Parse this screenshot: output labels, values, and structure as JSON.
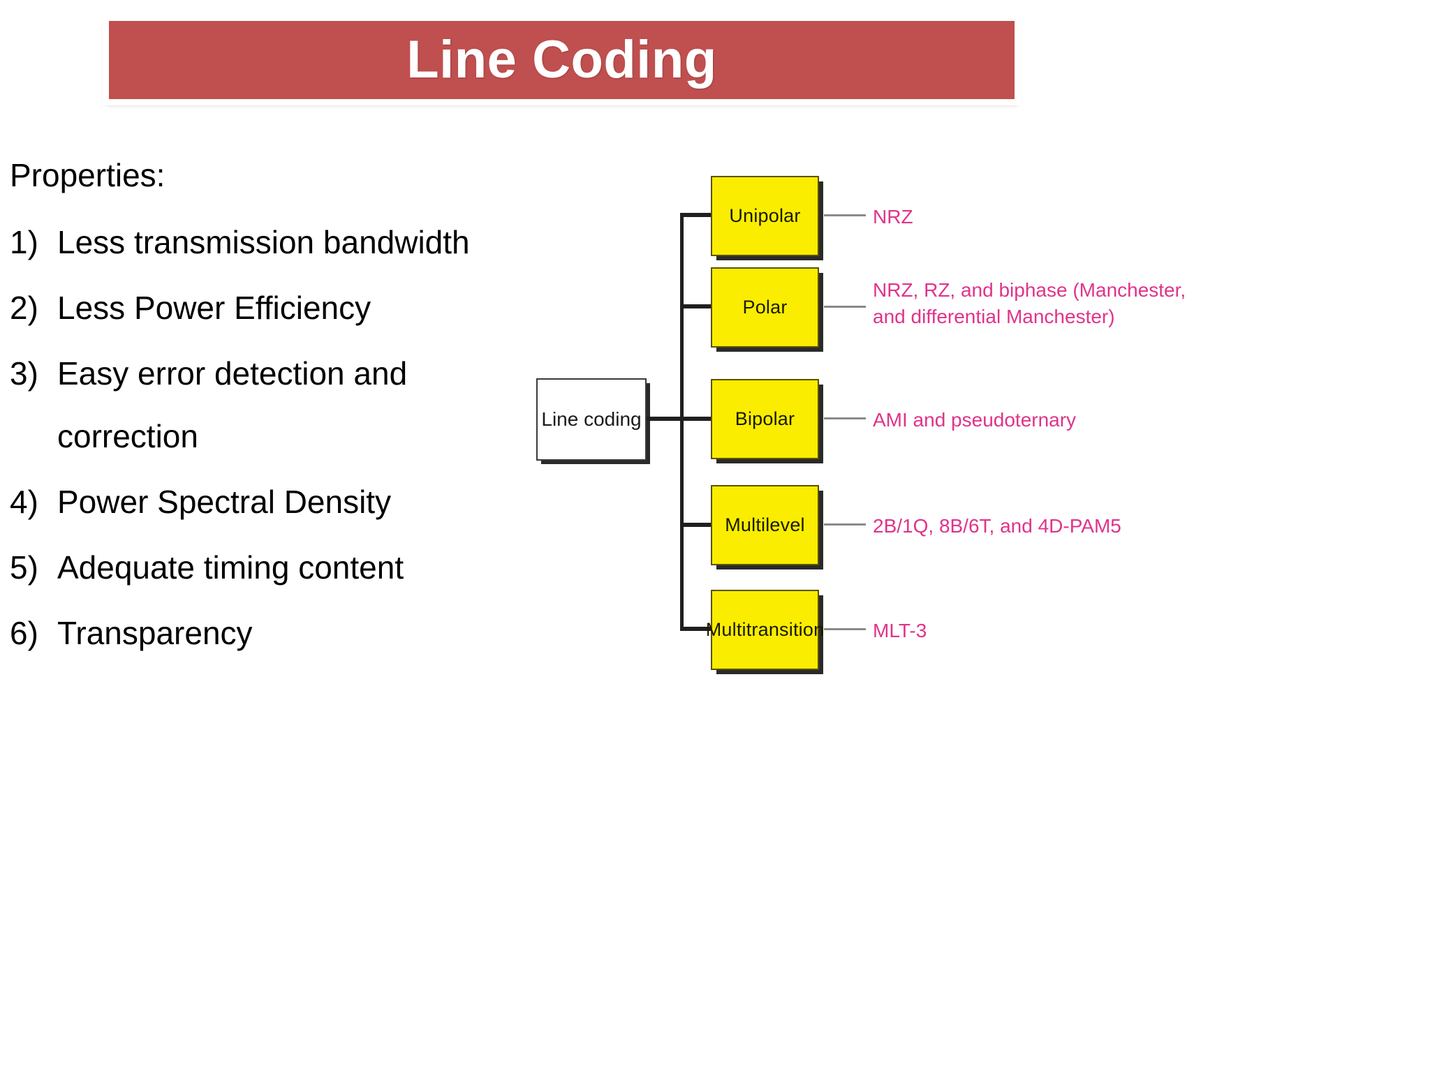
{
  "slide": {
    "title": "Line Coding",
    "title_bar_color": "#c04f4f",
    "title_text_color": "#ffffff"
  },
  "properties": {
    "heading": "Properties:",
    "items": [
      {
        "num": "1)",
        "text": "Less transmission bandwidth",
        "cont": ""
      },
      {
        "num": "2)",
        "text": "Less Power Efficiency",
        "cont": ""
      },
      {
        "num": "3)",
        "text": "Easy error detection and",
        "cont": "correction"
      },
      {
        "num": "4)",
        "text": "Power Spectral Density",
        "cont": ""
      },
      {
        "num": "5)",
        "text": "Adequate timing content",
        "cont": ""
      },
      {
        "num": "6)",
        "text": "Transparency",
        "cont": ""
      }
    ]
  },
  "diagram": {
    "root": "Line coding",
    "box_fill": "#faed00",
    "label_color": "#e0338a",
    "branches": [
      {
        "box": "Unipolar",
        "label": "NRZ"
      },
      {
        "box": "Polar",
        "label": "NRZ, RZ, and biphase (Manchester,\nand differential Manchester)"
      },
      {
        "box": "Bipolar",
        "label": "AMI and pseudoternary"
      },
      {
        "box": "Multilevel",
        "label": "2B/1Q, 8B/6T, and 4D-PAM5"
      },
      {
        "box": "Multitransition",
        "label": "MLT-3"
      }
    ]
  }
}
